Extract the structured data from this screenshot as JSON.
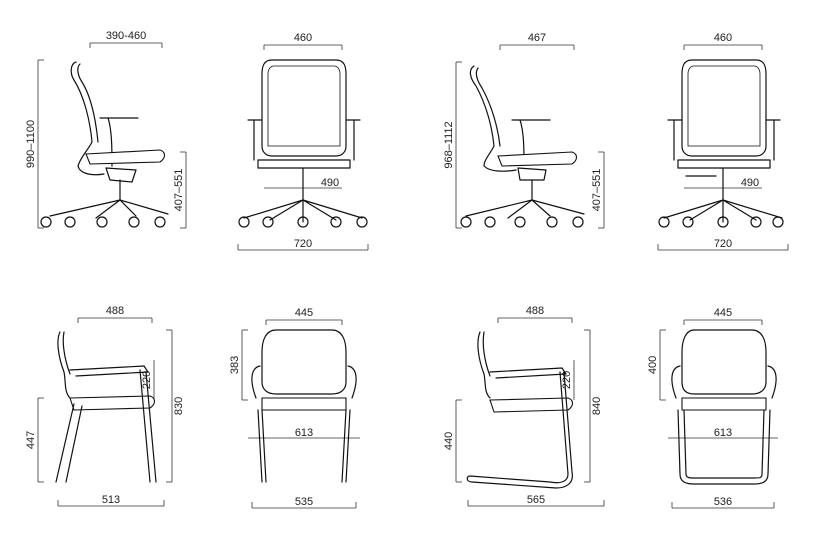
{
  "views": [
    {
      "id": "task-side",
      "dims": {
        "seat_depth": "390-460",
        "height": "990–1100",
        "seat_height": "407–551"
      }
    },
    {
      "id": "task-back",
      "dims": {
        "back_width": "460",
        "seat_width": "490",
        "base": "720"
      }
    },
    {
      "id": "mesh-side",
      "dims": {
        "seat_depth": "467",
        "height": "968–1112",
        "seat_height": "407–551"
      }
    },
    {
      "id": "mesh-back",
      "dims": {
        "back_width": "460",
        "seat_width": "490",
        "base": "720"
      }
    },
    {
      "id": "four-leg-side",
      "dims": {
        "depth": "488",
        "arm": "220",
        "total": "830",
        "seat_height": "447",
        "bottom": "513"
      }
    },
    {
      "id": "four-leg-front",
      "dims": {
        "back_width": "445",
        "back_height": "383",
        "arm_width": "613",
        "bottom": "535"
      }
    },
    {
      "id": "cantilever-side",
      "dims": {
        "depth": "488",
        "arm": "220",
        "total": "840",
        "seat_height": "440",
        "bottom": "565"
      }
    },
    {
      "id": "cantilever-front",
      "dims": {
        "back_width": "445",
        "back_height": "400",
        "arm_width": "613",
        "bottom": "536"
      }
    }
  ]
}
